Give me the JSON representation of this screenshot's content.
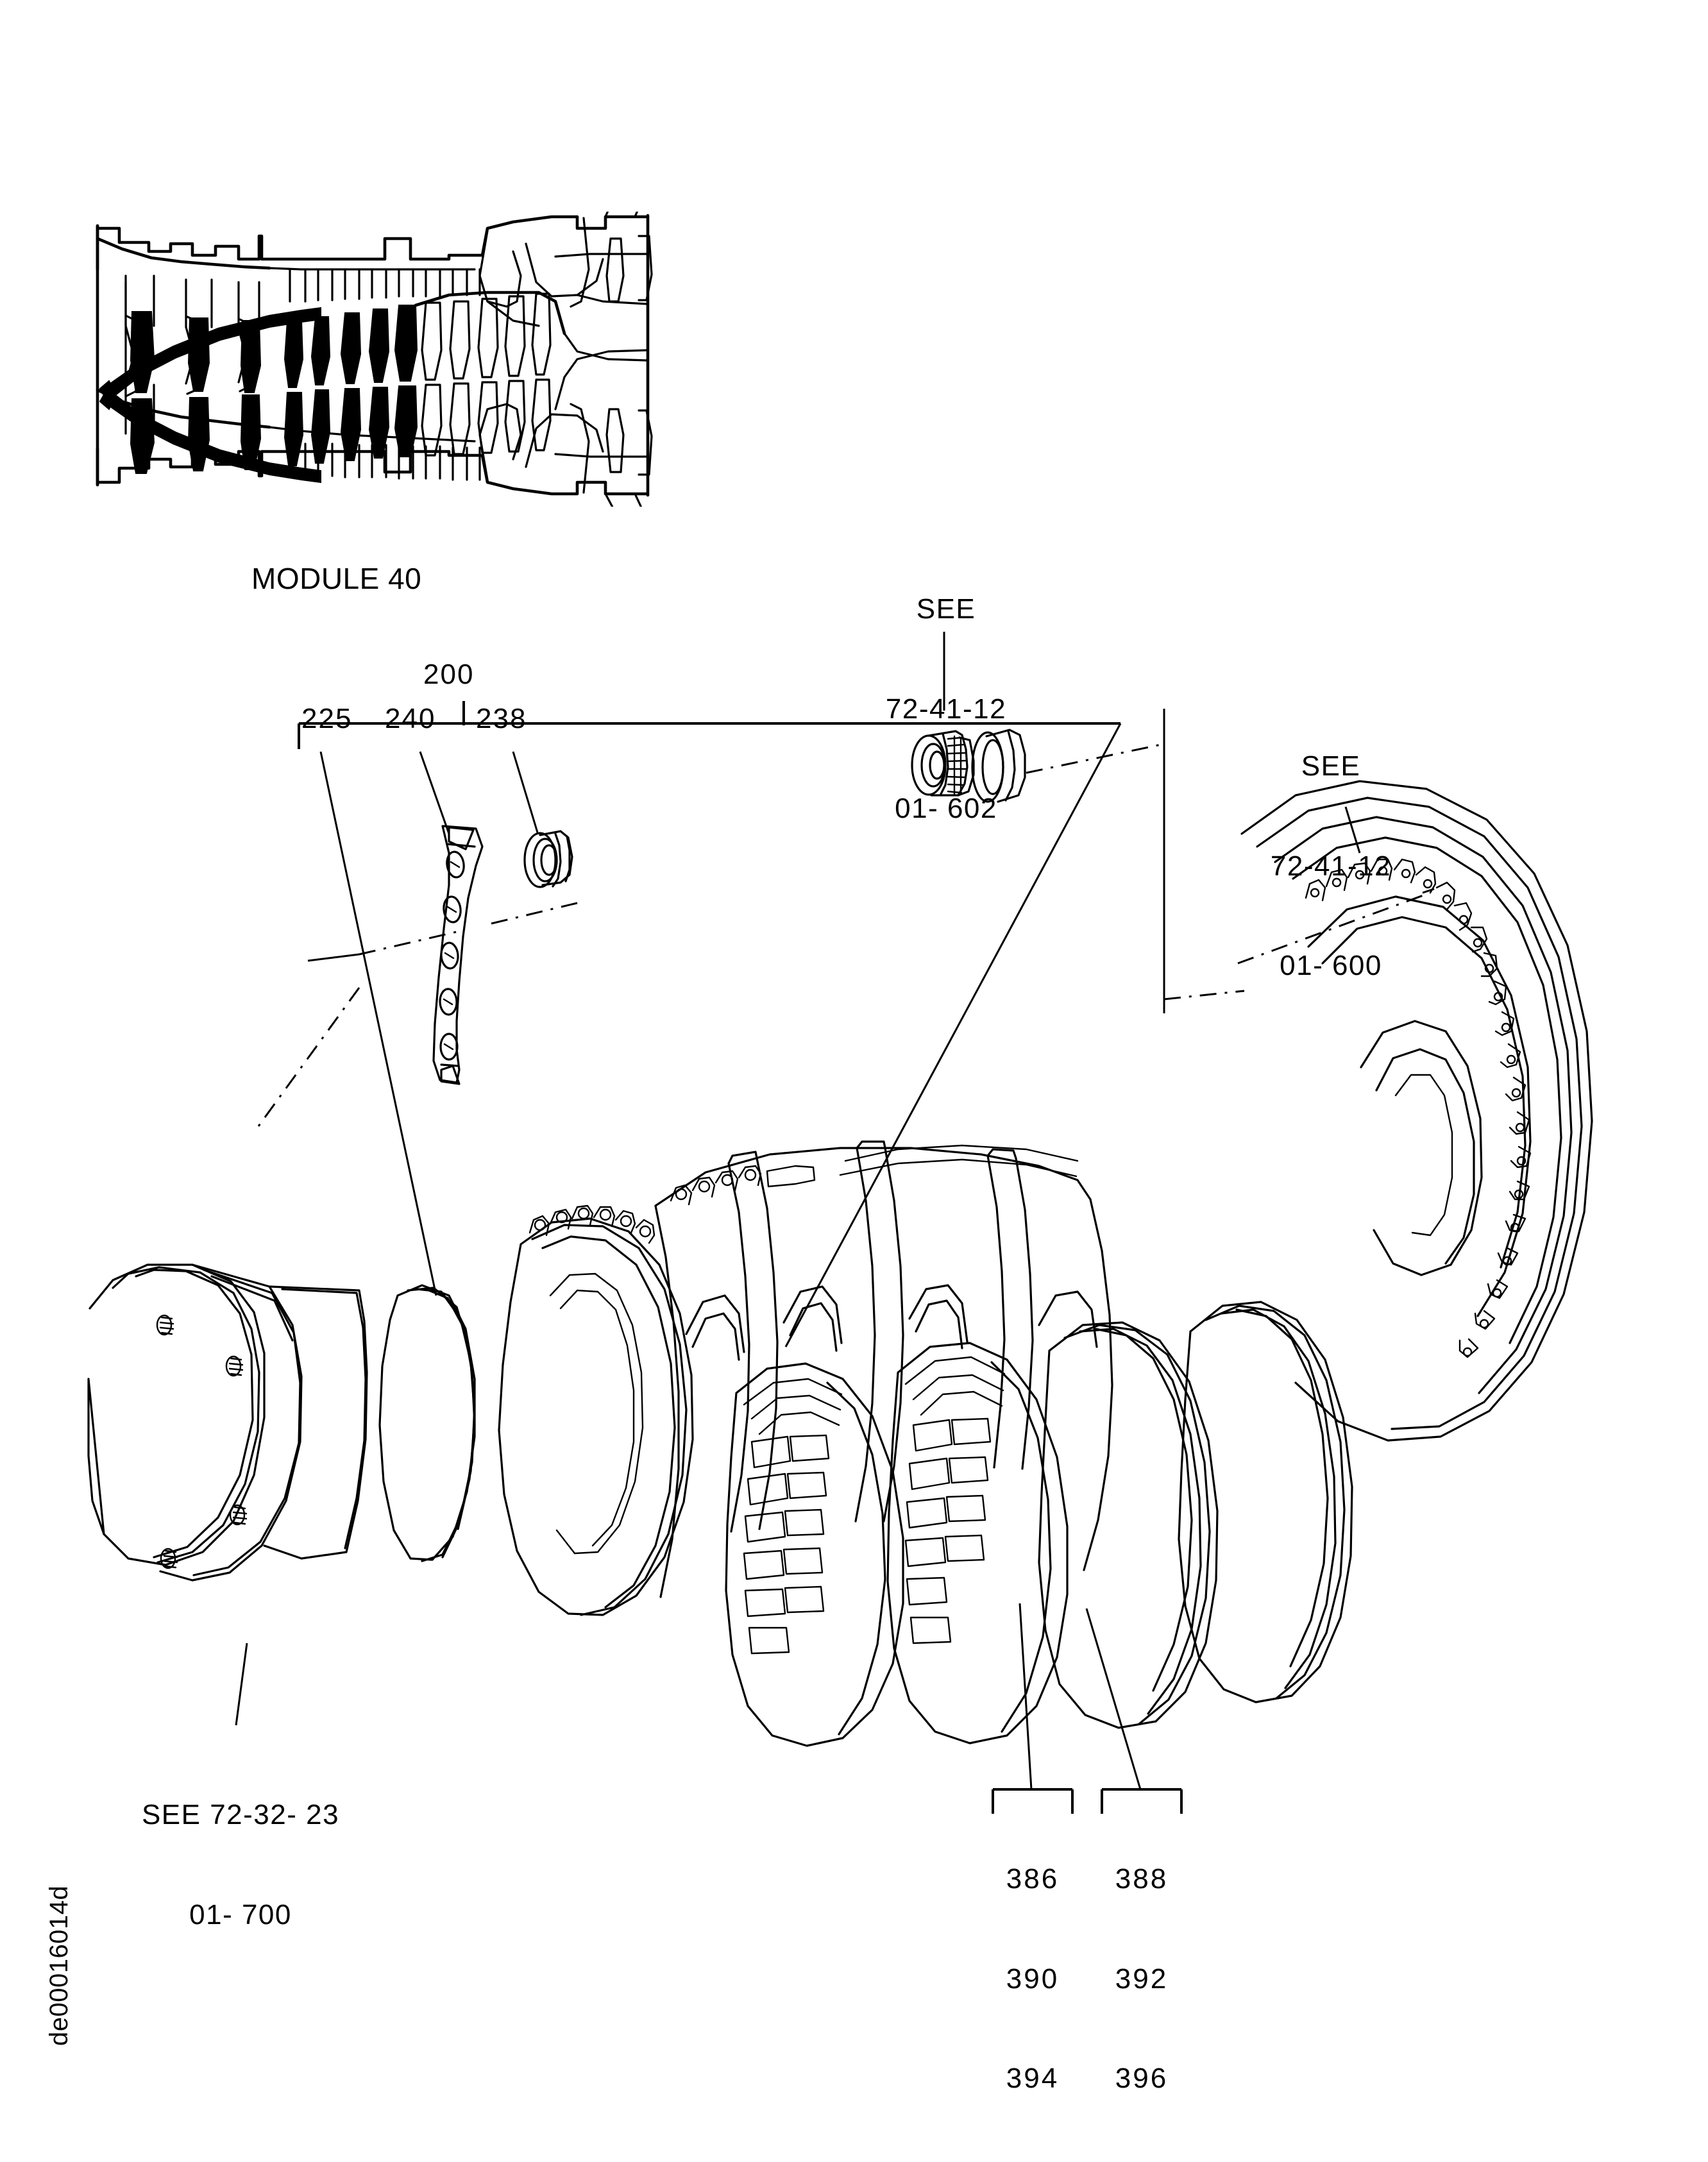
{
  "sheet": {
    "id": "de00016014d",
    "background_color": "#ffffff",
    "line_color": "#000000"
  },
  "thumbnail": {
    "name": "engine-cross-section-thumbnail",
    "description": "Longitudinal cross section of turbofan engine with highlighted module"
  },
  "module": {
    "label": "MODULE 40"
  },
  "group_callout": {
    "parent": "200",
    "children": [
      "225",
      "240",
      "238"
    ]
  },
  "references": {
    "top": {
      "line1": "SEE",
      "line2": "72-41-12",
      "line3": "01- 602"
    },
    "right": {
      "line1": "SEE",
      "line2": "72-41-12",
      "line3": "01- 600"
    },
    "bottom_left": {
      "line1": "SEE 72-32- 23",
      "line2": "01- 700"
    }
  },
  "bottom_callouts": [
    {
      "name": "callout-group-left",
      "items": [
        "386",
        "390",
        "394"
      ]
    },
    {
      "name": "callout-group-right",
      "items": [
        "388",
        "392",
        "396"
      ]
    }
  ]
}
